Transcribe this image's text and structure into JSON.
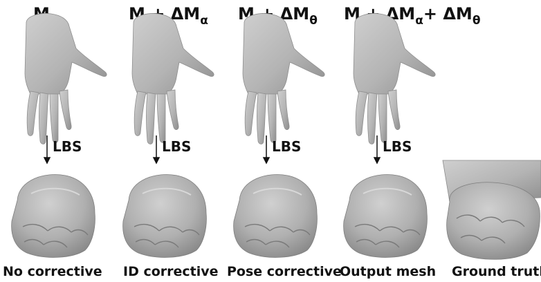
{
  "columns": [
    {
      "top": {
        "base": "M",
        "plus1": "",
        "delta1": "",
        "sub1": "",
        "plus2": "",
        "delta2": "",
        "sub2": ""
      },
      "arrow_label": "LBS",
      "bottom_label": "No corrective"
    },
    {
      "top": {
        "base": "M",
        "plus1": " + ",
        "delta1": "ΔM",
        "sub1": "α",
        "plus2": "",
        "delta2": "",
        "sub2": ""
      },
      "arrow_label": "LBS",
      "bottom_label": "ID corrective"
    },
    {
      "top": {
        "base": "M",
        "plus1": " + ",
        "delta1": "ΔM",
        "sub1": "θ",
        "plus2": "",
        "delta2": "",
        "sub2": ""
      },
      "arrow_label": "LBS",
      "bottom_label": "Pose corrective"
    },
    {
      "top": {
        "base": "M",
        "plus1": " + ",
        "delta1": "ΔM",
        "sub1": "α",
        "plus2": "+ ",
        "delta2": "ΔM",
        "sub2": "θ"
      },
      "arrow_label": "LBS",
      "bottom_label": "Output mesh"
    },
    {
      "bottom_label": "Ground truth"
    }
  ],
  "colors": {
    "mesh": "#b4b4b4",
    "mesh_shadow": "#8e8e8e",
    "mesh_highlight": "#d2d2d2",
    "text": "#111111"
  }
}
